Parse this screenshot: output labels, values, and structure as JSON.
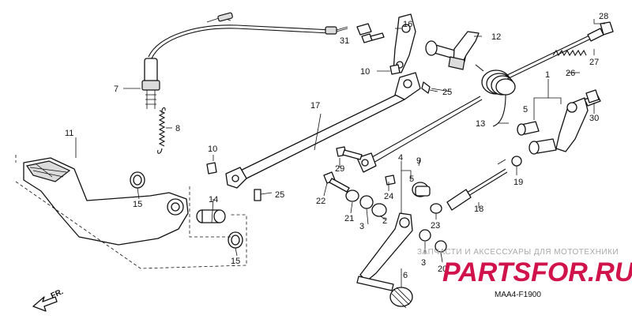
{
  "diagram_code": "MAA4-F1900",
  "direction_label": "FR.",
  "watermark": {
    "tagline": "ЗАПЧАСТИ И АКСЕССУАРЫ ДЛЯ МОТОТЕХНИКИ",
    "brand": "PARTSFOR.RU"
  },
  "callouts": [
    {
      "id": "c1",
      "label": "1"
    },
    {
      "id": "c2",
      "label": "2"
    },
    {
      "id": "c3a",
      "label": "3"
    },
    {
      "id": "c3b",
      "label": "3"
    },
    {
      "id": "c4",
      "label": "4"
    },
    {
      "id": "c5a",
      "label": "5"
    },
    {
      "id": "c5b",
      "label": "5"
    },
    {
      "id": "c6",
      "label": "6"
    },
    {
      "id": "c7",
      "label": "7"
    },
    {
      "id": "c8",
      "label": "8"
    },
    {
      "id": "c9",
      "label": "9"
    },
    {
      "id": "c10a",
      "label": "10"
    },
    {
      "id": "c10b",
      "label": "10"
    },
    {
      "id": "c11",
      "label": "11"
    },
    {
      "id": "c12",
      "label": "12"
    },
    {
      "id": "c13",
      "label": "13"
    },
    {
      "id": "c14",
      "label": "14"
    },
    {
      "id": "c15a",
      "label": "15"
    },
    {
      "id": "c15b",
      "label": "15"
    },
    {
      "id": "c16",
      "label": "16"
    },
    {
      "id": "c17",
      "label": "17"
    },
    {
      "id": "c18",
      "label": "18"
    },
    {
      "id": "c19",
      "label": "19"
    },
    {
      "id": "c20",
      "label": "20"
    },
    {
      "id": "c21",
      "label": "21"
    },
    {
      "id": "c22",
      "label": "22"
    },
    {
      "id": "c23",
      "label": "23"
    },
    {
      "id": "c24",
      "label": "24"
    },
    {
      "id": "c25a",
      "label": "25"
    },
    {
      "id": "c25b",
      "label": "25"
    },
    {
      "id": "c26",
      "label": "26"
    },
    {
      "id": "c27",
      "label": "27"
    },
    {
      "id": "c28",
      "label": "28"
    },
    {
      "id": "c29",
      "label": "29"
    },
    {
      "id": "c30",
      "label": "30"
    },
    {
      "id": "c31",
      "label": "31"
    }
  ]
}
